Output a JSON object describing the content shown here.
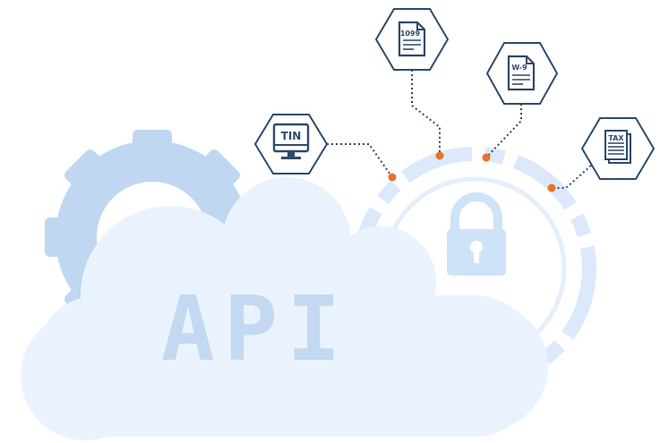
{
  "illustration": {
    "api_label": "API",
    "badges": {
      "tin": "TIN",
      "form_1099": "1099",
      "form_w9": "W-9",
      "tax": "TAX"
    },
    "colors": {
      "badge_stroke": "#2f4a6b",
      "connector_dot": "#e5742b",
      "connector_line": "#2f4a6b",
      "cloud_light": "#eaf3fd",
      "cloud_mid": "#d7e8fb",
      "gear": "#bfd7f1",
      "lock": "#cfe3f8",
      "ring": "#dbe9fa",
      "api_text": "#c3d9f1"
    },
    "icons": [
      "gear-icon",
      "cloud-icon",
      "padlock-icon",
      "monitor-icon",
      "document-icon",
      "document-icon",
      "tax-document-stack-icon"
    ]
  }
}
